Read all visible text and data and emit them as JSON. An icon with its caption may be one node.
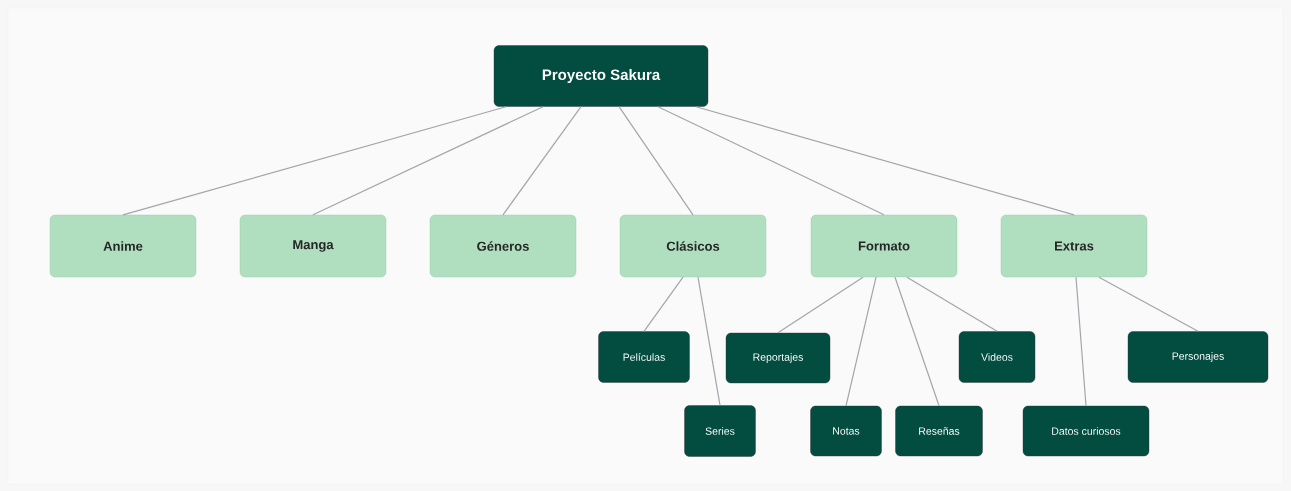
{
  "diagram": {
    "nodes": [
      {
        "text": [
          "Proyecto Sakura"
        ]
      },
      {
        "text": [
          "Anime"
        ]
      },
      {
        "text": [
          "Manga"
        ]
      },
      {
        "text": [
          "Géneros"
        ]
      },
      {
        "text": [
          "Clásicos"
        ]
      },
      {
        "text": [
          "Formato"
        ]
      },
      {
        "text": [
          "Extras"
        ]
      },
      {
        "text": [
          "Películas"
        ]
      },
      {
        "text": [
          "Series"
        ]
      },
      {
        "text": [
          "Reportajes"
        ]
      },
      {
        "text": [
          "Notas"
        ]
      },
      {
        "text": [
          "Reseñas"
        ]
      },
      {
        "text": [
          "Videos"
        ]
      },
      {
        "text": [
          "Datos curiosos"
        ]
      },
      {
        "text": [
          "Personajes"
        ]
      }
    ],
    "edges": [
      {
        "from": 0,
        "to": 1,
        "arrow": "none"
      },
      {
        "from": 0,
        "to": 2,
        "arrow": "none"
      },
      {
        "from": 0,
        "to": 3,
        "arrow": "none"
      },
      {
        "from": 0,
        "to": 4,
        "arrow": "none"
      },
      {
        "from": 0,
        "to": 5,
        "arrow": "none"
      },
      {
        "from": 0,
        "to": 6,
        "arrow": "none"
      },
      {
        "from": 4,
        "to": 7,
        "arrow": "none"
      },
      {
        "from": 4,
        "to": 8,
        "arrow": "none"
      },
      {
        "from": 5,
        "to": 9,
        "arrow": "none"
      },
      {
        "from": 5,
        "to": 10,
        "arrow": "none"
      },
      {
        "from": 5,
        "to": 11,
        "arrow": "none"
      },
      {
        "from": 5,
        "to": 12,
        "arrow": "none"
      },
      {
        "from": 6,
        "to": 13,
        "arrow": "none"
      },
      {
        "from": 6,
        "to": 14,
        "arrow": "none"
      }
    ]
  }
}
